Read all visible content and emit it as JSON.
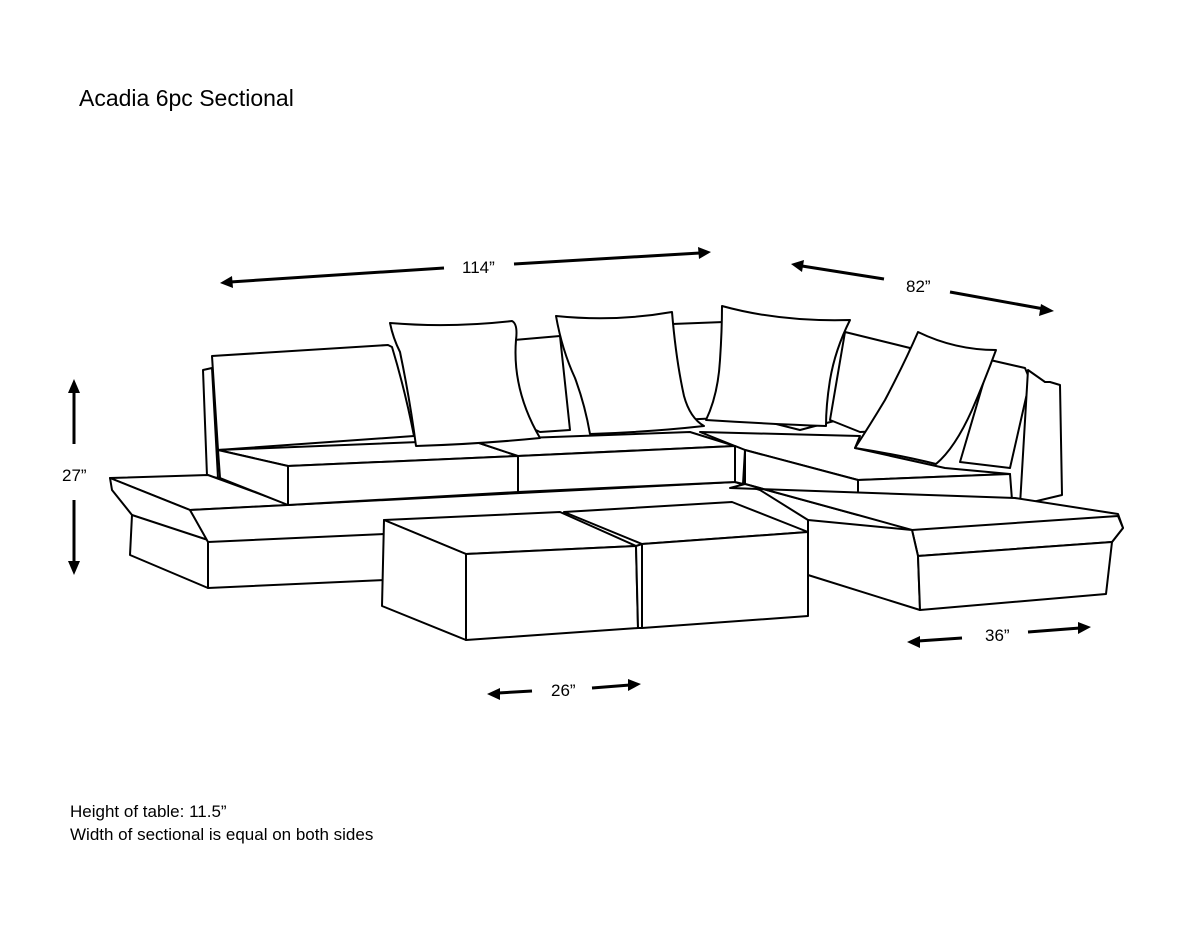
{
  "title": "Acadia 6pc Sectional",
  "dimensions": {
    "back_width": "114”",
    "side_width": "82”",
    "height": "27”",
    "seat_depth": "36”",
    "table_width": "26”"
  },
  "notes": {
    "table_height": "Height of table: 11.5”",
    "sectional_width": "Width of sectional is equal on both sides"
  },
  "colors": {
    "line": "#000000",
    "background": "#ffffff"
  }
}
